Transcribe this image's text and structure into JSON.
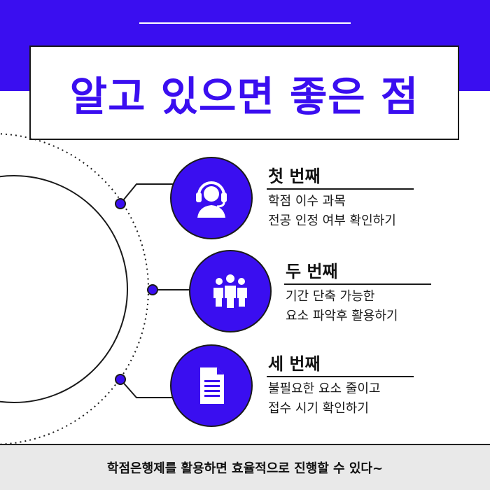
{
  "title": "알고 있으면 좋은 점",
  "items": [
    {
      "title": "첫 번째",
      "line1": "학점 이수 과목",
      "line2": "전공 인정 여부 확인하기",
      "icon": "headset-support-icon"
    },
    {
      "title": "두 번째",
      "line1": "기간 단축 가능한",
      "line2": "요소 파악후 활용하기",
      "icon": "group-people-icon"
    },
    {
      "title": "세 번째",
      "line1": "불필요한 요소 줄이고",
      "line2": "접수 시기 확인하기",
      "icon": "document-icon"
    }
  ],
  "footer": "학점은행제를 활용하면 효율적으로 진행할 수 있다~",
  "colors": {
    "accent": "#3a0ef0",
    "footer_bg": "#e9e9e9",
    "outline": "#1a1a1a"
  }
}
